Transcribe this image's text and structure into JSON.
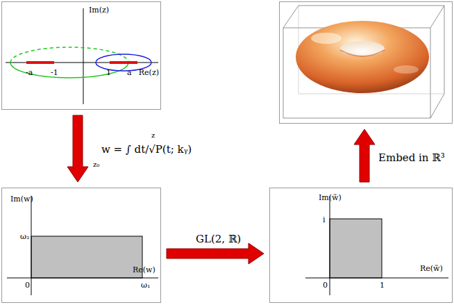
{
  "diagram": {
    "nodes": [
      {
        "text": [
          "Im(z)",
          "Re(z)",
          "-a",
          "-1",
          "1",
          "a"
        ]
      },
      {
        "text": []
      },
      {
        "text": [
          "Im(w)",
          "Re(w)",
          "ω₂",
          "0",
          "ω₁"
        ]
      },
      {
        "text": [
          "Im(w̃)",
          "Re(w̃)",
          "i",
          "0",
          "1"
        ]
      }
    ],
    "edges": [
      {
        "from": 0,
        "to": 2,
        "arrow": "to",
        "label": "w = ∫ dt/√P(t; kᵧ)"
      },
      {
        "from": 2,
        "to": 3,
        "arrow": "to",
        "label": "GL(2, ℝ)"
      },
      {
        "from": 3,
        "to": 1,
        "arrow": "to",
        "label": "Embed in ℝ³"
      }
    ],
    "labels": [
      "z",
      "z₀"
    ]
  }
}
